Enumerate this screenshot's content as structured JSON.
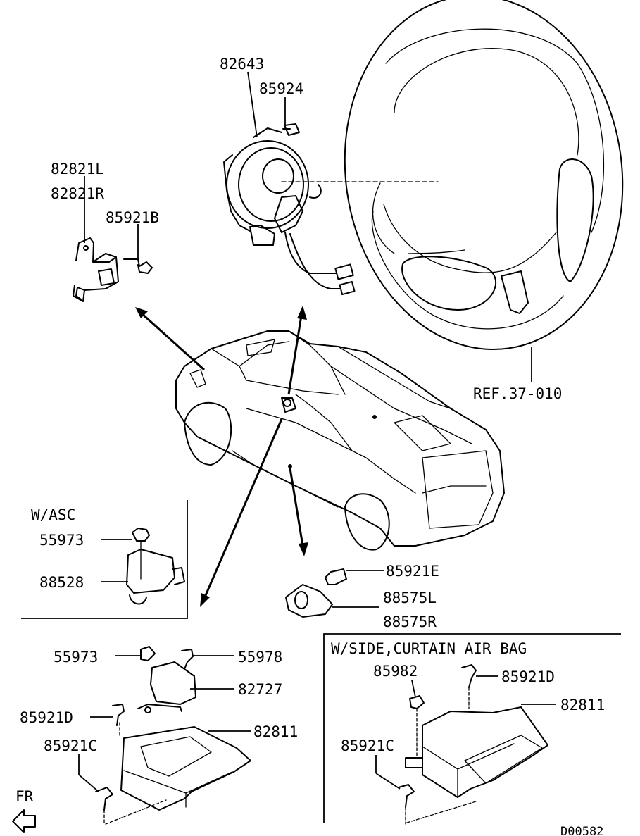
{
  "labels": {
    "p82643": "82643",
    "p85924": "85924",
    "p82821L": "82821L",
    "p82821R": "82821R",
    "p85921B": "85921B",
    "ref": "REF.37-010",
    "wasc": "W/ASC",
    "p55973a": "55973",
    "p88528": "88528",
    "p85921E": "85921E",
    "p88575L": "88575L",
    "p88575R": "88575R",
    "p55973b": "55973",
    "p55978": "55978",
    "p82727": "82727",
    "p85921Da": "85921D",
    "p82811a": "82811",
    "p85921Ca": "85921C",
    "fr": "FR",
    "wside": "W/SIDE,CURTAIN AIR BAG",
    "p85982": "85982",
    "p85921Db": "85921D",
    "p82811b": "82811",
    "p85921Cb": "85921C",
    "code": "D00582"
  }
}
